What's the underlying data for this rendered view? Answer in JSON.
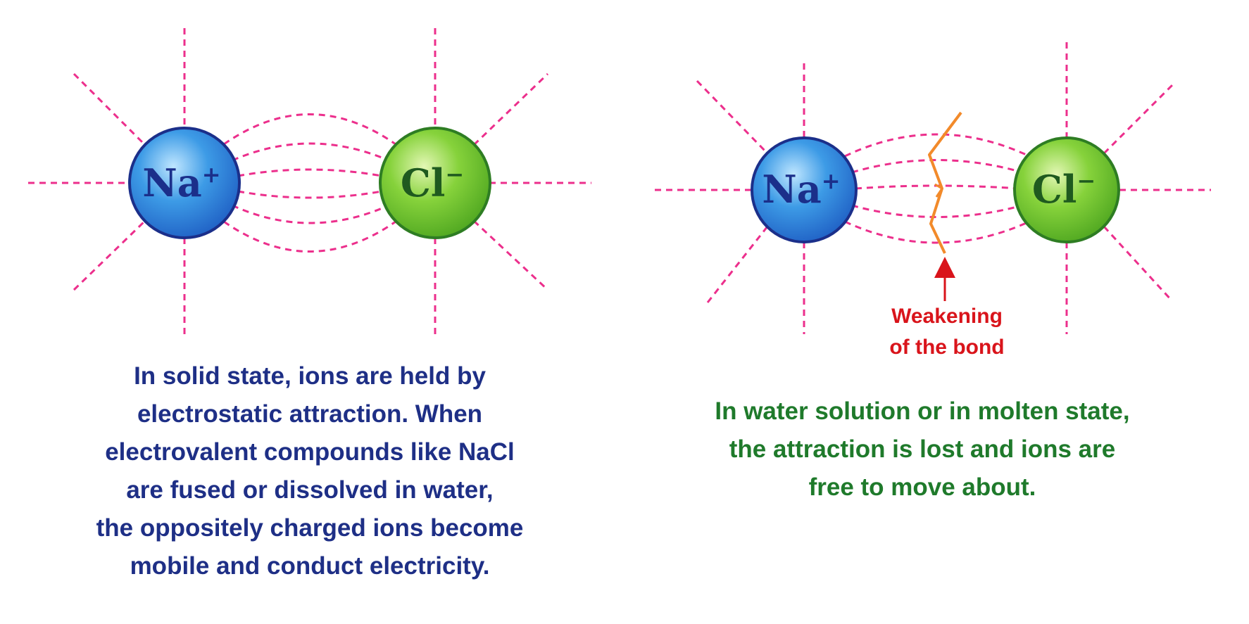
{
  "colors": {
    "field_line": "#ec2f8c",
    "sodium_fill": "#3d9be6",
    "sodium_stroke": "#1b2f8a",
    "chloride_fill": "#86d23b",
    "chloride_stroke": "#2e7d23",
    "bond_break": "#f28a2a",
    "arrow": "#d9141b",
    "left_caption": "#1e2f86",
    "right_caption": "#1f7a2b"
  },
  "left_panel": {
    "cation": {
      "symbol": "Na",
      "charge": "+"
    },
    "anion": {
      "symbol": "Cl",
      "charge": "−"
    },
    "caption_lines": [
      "In solid state, ions are held by",
      "electrostatic attraction. When",
      "electrovalent compounds like NaCl",
      "are fused or dissolved in water,",
      "the oppositely charged ions become",
      "mobile and conduct electricity."
    ]
  },
  "right_panel": {
    "cation": {
      "symbol": "Na",
      "charge": "+"
    },
    "anion": {
      "symbol": "Cl",
      "charge": "−"
    },
    "annotation_lines": [
      "Weakening",
      "of the bond"
    ],
    "caption_lines": [
      "In water solution or in molten state,",
      "the attraction is lost and ions are",
      "free to move about."
    ]
  }
}
